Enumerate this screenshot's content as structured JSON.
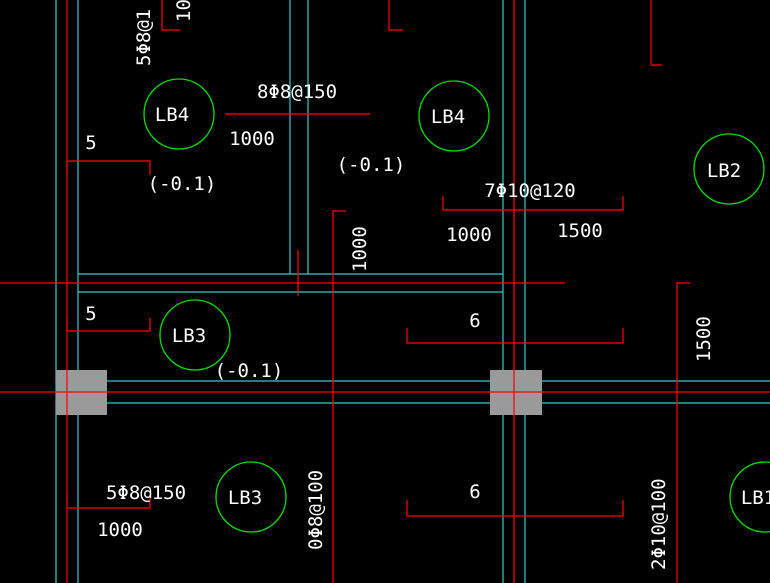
{
  "colors": {
    "background": "#000000",
    "grid_red": "#ff0000",
    "beam_cyan": "#33cccc",
    "slab_circle_green": "#00dd00",
    "column_gray": "#9a9a9a",
    "text_white": "#ffffff"
  },
  "slabs": {
    "lb4_left": "LB4",
    "lb4_right": "LB4",
    "lb2": "LB2",
    "lb3_mid": "LB3",
    "lb3_bottom": "LB3",
    "lb1_partial": "LB1"
  },
  "rebar": {
    "top_left_vertical": "5Φ8@1",
    "top_left_partial": "10",
    "r8": "8Φ8@150",
    "r8_len": "1000",
    "r5_top": "5",
    "r5_mid": "5",
    "r7": "7Φ10@120",
    "r7_len_left": "1000",
    "r7_len_right": "1500",
    "r6_mid": "6",
    "r6_bottom": "6",
    "r5_bottom": "5Φ8@150",
    "r5_bottom_len": "1000",
    "vertical_1000": "1000",
    "vertical_1500": "1500",
    "vertical_q8": "0Φ8@100",
    "vertical_2q10": "2Φ10@100"
  },
  "elevations": {
    "e1": "(-0.1)",
    "e2": "(-0.1)",
    "e3": "(-0.1)"
  }
}
